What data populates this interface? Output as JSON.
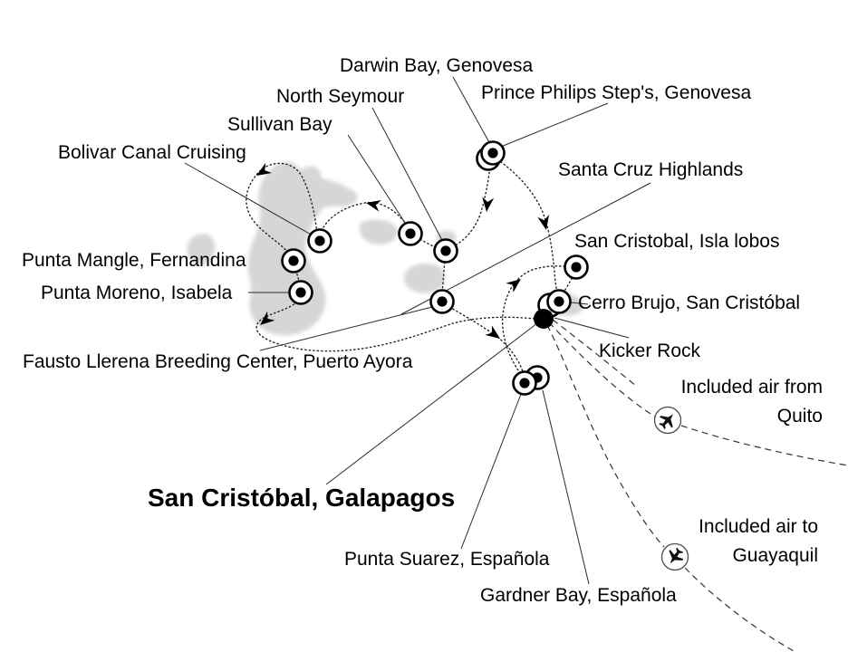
{
  "map": {
    "labels": {
      "darwin_bay": "Darwin Bay, Genovesa",
      "north_seymour": "North Seymour",
      "prince_philips": "Prince Philips Step's, Genovesa",
      "sullivan_bay": "Sullivan Bay",
      "bolivar": "Bolivar Canal Cruising",
      "santa_cruz_highlands": "Santa Cruz Highlands",
      "punta_mangle": "Punta Mangle, Fernandina",
      "punta_moreno": "Punta Moreno, Isabela",
      "isla_lobos": "San Cristobal, Isla lobos",
      "cerro_brujo": "Cerro Brujo, San Cristóbal",
      "kicker_rock": "Kicker Rock",
      "fausto": "Fausto Llerena Breeding Center, Puerto Ayora",
      "san_cristobal_title": "San Cristóbal, Galapagos",
      "punta_suarez": "Punta Suarez, Española",
      "gardner_bay": "Gardner Bay, Española",
      "air_from_line1": "Included air from",
      "air_from_line2": "Quito",
      "air_to_line1": "Included air to",
      "air_to_line2": "Guayaquil"
    },
    "colors": {
      "island": "#d6d6d6",
      "line": "#1f1f1f",
      "background": "#ffffff"
    }
  }
}
